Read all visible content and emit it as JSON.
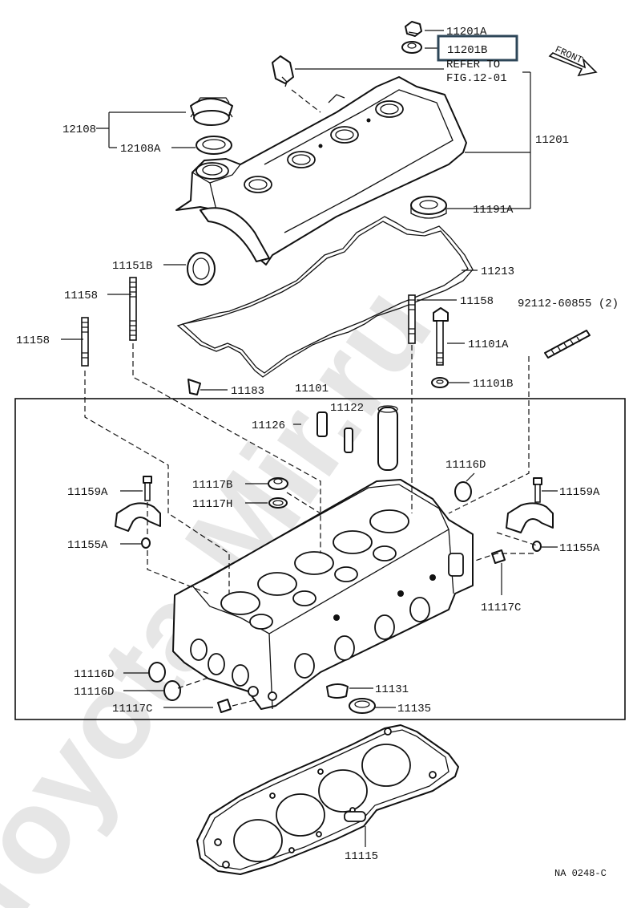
{
  "watermark": "Toyota-Mir.ru",
  "diagram_code": "NA  0248-C",
  "front_label": "FRONT",
  "refer_note": [
    "REFER TO",
    "FIG.12-01"
  ],
  "highlighted_part": "11201B",
  "part_labels": {
    "p11201A": "11201A",
    "p11201B": "11201B",
    "p12108": "12108",
    "p12108A": "12108A",
    "p11201": "11201",
    "p11191A": "11191A",
    "p11151B": "11151B",
    "p11213": "11213",
    "p11158_left": "11158",
    "p11158_far_left": "11158",
    "p11158_right": "11158",
    "p92112": "92112-60855 (2)",
    "p11101A": "11101A",
    "p11101B": "11101B",
    "p11183": "11183",
    "p11101": "11101",
    "p11126": "11126",
    "p11122": "11122",
    "p11116D_top": "11116D",
    "p11159A_left": "11159A",
    "p11159A_right": "11159A",
    "p11117B": "11117B",
    "p11117H": "11117H",
    "p11155A_left": "11155A",
    "p11155A_right": "11155A",
    "p11117C_right": "11117C",
    "p11116D_b1": "11116D",
    "p11116D_b2": "11116D",
    "p11117C_bottom": "11117C",
    "p11131": "11131",
    "p11135": "11135",
    "p11115": "11115"
  }
}
